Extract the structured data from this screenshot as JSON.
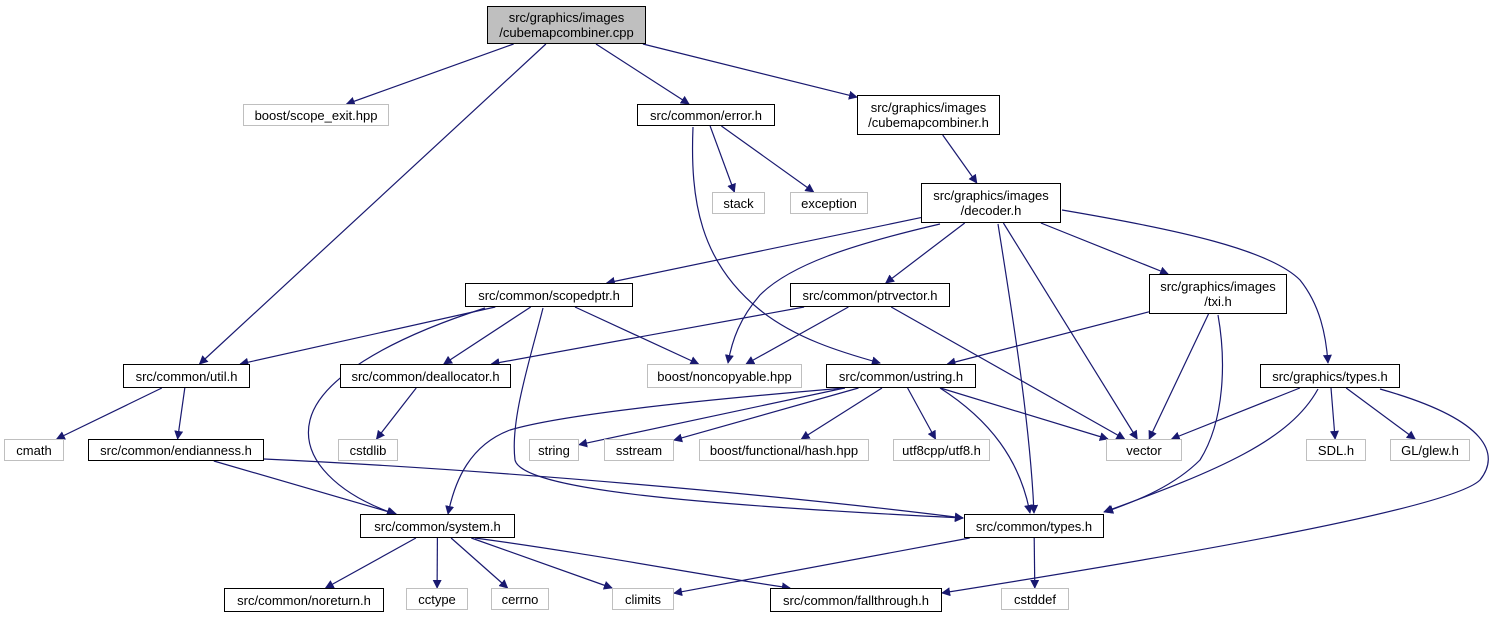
{
  "colors": {
    "edge": "#191970",
    "local_border": "#000000",
    "system_border": "#bfbfbf",
    "root_fill": "#bfbfbf"
  },
  "nodes": [
    {
      "id": "root",
      "kind": "root",
      "lines": [
        "src/graphics/images",
        "/cubemapcombiner.cpp"
      ]
    },
    {
      "id": "scope_exit",
      "kind": "system",
      "lines": [
        "boost/scope_exit.hpp"
      ]
    },
    {
      "id": "error_h",
      "kind": "local",
      "lines": [
        "src/common/error.h"
      ]
    },
    {
      "id": "cubemap_h",
      "kind": "local",
      "lines": [
        "src/graphics/images",
        "/cubemapcombiner.h"
      ]
    },
    {
      "id": "stack",
      "kind": "system",
      "lines": [
        "stack"
      ]
    },
    {
      "id": "exception",
      "kind": "system",
      "lines": [
        "exception"
      ]
    },
    {
      "id": "decoder_h",
      "kind": "local",
      "lines": [
        "src/graphics/images",
        "/decoder.h"
      ]
    },
    {
      "id": "scopedptr_h",
      "kind": "local",
      "lines": [
        "src/common/scopedptr.h"
      ]
    },
    {
      "id": "ptrvector_h",
      "kind": "local",
      "lines": [
        "src/common/ptrvector.h"
      ]
    },
    {
      "id": "txi_h",
      "kind": "local",
      "lines": [
        "src/graphics/images",
        "/txi.h"
      ]
    },
    {
      "id": "util_h",
      "kind": "local",
      "lines": [
        "src/common/util.h"
      ]
    },
    {
      "id": "deallocator_h",
      "kind": "local",
      "lines": [
        "src/common/deallocator.h"
      ]
    },
    {
      "id": "noncopyable",
      "kind": "system",
      "lines": [
        "boost/noncopyable.hpp"
      ]
    },
    {
      "id": "ustring_h",
      "kind": "local",
      "lines": [
        "src/common/ustring.h"
      ]
    },
    {
      "id": "gtypes_h",
      "kind": "local",
      "lines": [
        "src/graphics/types.h"
      ]
    },
    {
      "id": "cmath",
      "kind": "system",
      "lines": [
        "cmath"
      ]
    },
    {
      "id": "endianness_h",
      "kind": "local",
      "lines": [
        "src/common/endianness.h"
      ]
    },
    {
      "id": "cstdlib",
      "kind": "system",
      "lines": [
        "cstdlib"
      ]
    },
    {
      "id": "string",
      "kind": "system",
      "lines": [
        "string"
      ]
    },
    {
      "id": "sstream",
      "kind": "system",
      "lines": [
        "sstream"
      ]
    },
    {
      "id": "hash",
      "kind": "system",
      "lines": [
        "boost/functional/hash.hpp"
      ]
    },
    {
      "id": "utf8",
      "kind": "system",
      "lines": [
        "utf8cpp/utf8.h"
      ]
    },
    {
      "id": "vector",
      "kind": "system",
      "lines": [
        "vector"
      ]
    },
    {
      "id": "sdl",
      "kind": "system",
      "lines": [
        "SDL.h"
      ]
    },
    {
      "id": "glew",
      "kind": "system",
      "lines": [
        "GL/glew.h"
      ]
    },
    {
      "id": "system_h",
      "kind": "local",
      "lines": [
        "src/common/system.h"
      ]
    },
    {
      "id": "ctypes_h",
      "kind": "local",
      "lines": [
        "src/common/types.h"
      ]
    },
    {
      "id": "noreturn_h",
      "kind": "local",
      "lines": [
        "src/common/noreturn.h"
      ]
    },
    {
      "id": "cctype",
      "kind": "system",
      "lines": [
        "cctype"
      ]
    },
    {
      "id": "cerrno",
      "kind": "system",
      "lines": [
        "cerrno"
      ]
    },
    {
      "id": "climits",
      "kind": "system",
      "lines": [
        "climits"
      ]
    },
    {
      "id": "fallthrough_h",
      "kind": "local",
      "lines": [
        "src/common/fallthrough.h"
      ]
    },
    {
      "id": "cstddef",
      "kind": "system",
      "lines": [
        "cstddef"
      ]
    }
  ],
  "edges": [
    [
      "root",
      "scope_exit"
    ],
    [
      "root",
      "error_h"
    ],
    [
      "root",
      "cubemap_h"
    ],
    [
      "root",
      "util_h"
    ],
    [
      "error_h",
      "stack"
    ],
    [
      "error_h",
      "exception"
    ],
    [
      "error_h",
      "ustring_h"
    ],
    [
      "cubemap_h",
      "decoder_h"
    ],
    [
      "decoder_h",
      "scopedptr_h"
    ],
    [
      "decoder_h",
      "noncopyable"
    ],
    [
      "decoder_h",
      "ptrvector_h"
    ],
    [
      "decoder_h",
      "txi_h"
    ],
    [
      "decoder_h",
      "gtypes_h"
    ],
    [
      "decoder_h",
      "vector"
    ],
    [
      "decoder_h",
      "ctypes_h"
    ],
    [
      "scopedptr_h",
      "util_h"
    ],
    [
      "scopedptr_h",
      "deallocator_h"
    ],
    [
      "scopedptr_h",
      "noncopyable"
    ],
    [
      "scopedptr_h",
      "system_h"
    ],
    [
      "scopedptr_h",
      "ctypes_h"
    ],
    [
      "ptrvector_h",
      "deallocator_h"
    ],
    [
      "ptrvector_h",
      "noncopyable"
    ],
    [
      "ptrvector_h",
      "vector"
    ],
    [
      "txi_h",
      "ustring_h"
    ],
    [
      "txi_h",
      "vector"
    ],
    [
      "txi_h",
      "ctypes_h"
    ],
    [
      "util_h",
      "cmath"
    ],
    [
      "util_h",
      "endianness_h"
    ],
    [
      "deallocator_h",
      "cstdlib"
    ],
    [
      "ustring_h",
      "system_h"
    ],
    [
      "ustring_h",
      "string"
    ],
    [
      "ustring_h",
      "sstream"
    ],
    [
      "ustring_h",
      "hash"
    ],
    [
      "ustring_h",
      "utf8"
    ],
    [
      "ustring_h",
      "vector"
    ],
    [
      "ustring_h",
      "ctypes_h"
    ],
    [
      "gtypes_h",
      "vector"
    ],
    [
      "gtypes_h",
      "ctypes_h"
    ],
    [
      "gtypes_h",
      "sdl"
    ],
    [
      "gtypes_h",
      "glew"
    ],
    [
      "gtypes_h",
      "fallthrough_h"
    ],
    [
      "endianness_h",
      "system_h"
    ],
    [
      "endianness_h",
      "ctypes_h"
    ],
    [
      "system_h",
      "noreturn_h"
    ],
    [
      "system_h",
      "cctype"
    ],
    [
      "system_h",
      "cerrno"
    ],
    [
      "system_h",
      "climits"
    ],
    [
      "system_h",
      "fallthrough_h"
    ],
    [
      "ctypes_h",
      "climits"
    ],
    [
      "ctypes_h",
      "cstddef"
    ]
  ]
}
